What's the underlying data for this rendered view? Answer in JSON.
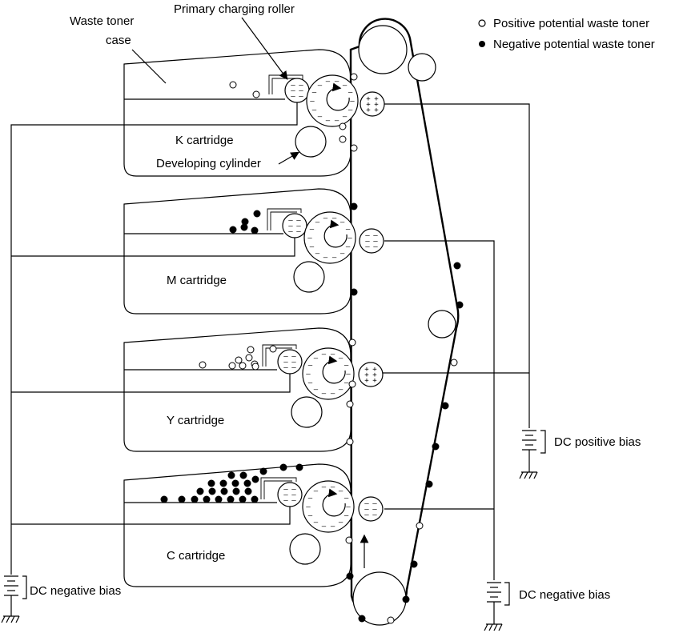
{
  "labels": {
    "waste_toner_case_line1": "Waste toner",
    "waste_toner_case_line2": "case",
    "primary_charging_roller": "Primary charging roller",
    "developing_cylinder": "Developing cylinder",
    "dc_positive_bias": "DC positive bias",
    "dc_negative_bias_left": "DC negative bias",
    "dc_negative_bias_right": "DC negative bias"
  },
  "legend": {
    "positive": "Positive potential waste toner",
    "negative": "Negative potential waste toner"
  },
  "cartridges": [
    {
      "id": "k",
      "label": "K cartridge"
    },
    {
      "id": "m",
      "label": "M cartridge"
    },
    {
      "id": "y",
      "label": "Y cartridge"
    },
    {
      "id": "c",
      "label": "C cartridge"
    }
  ],
  "colors": {
    "line": "#000000",
    "background": "#ffffff"
  }
}
